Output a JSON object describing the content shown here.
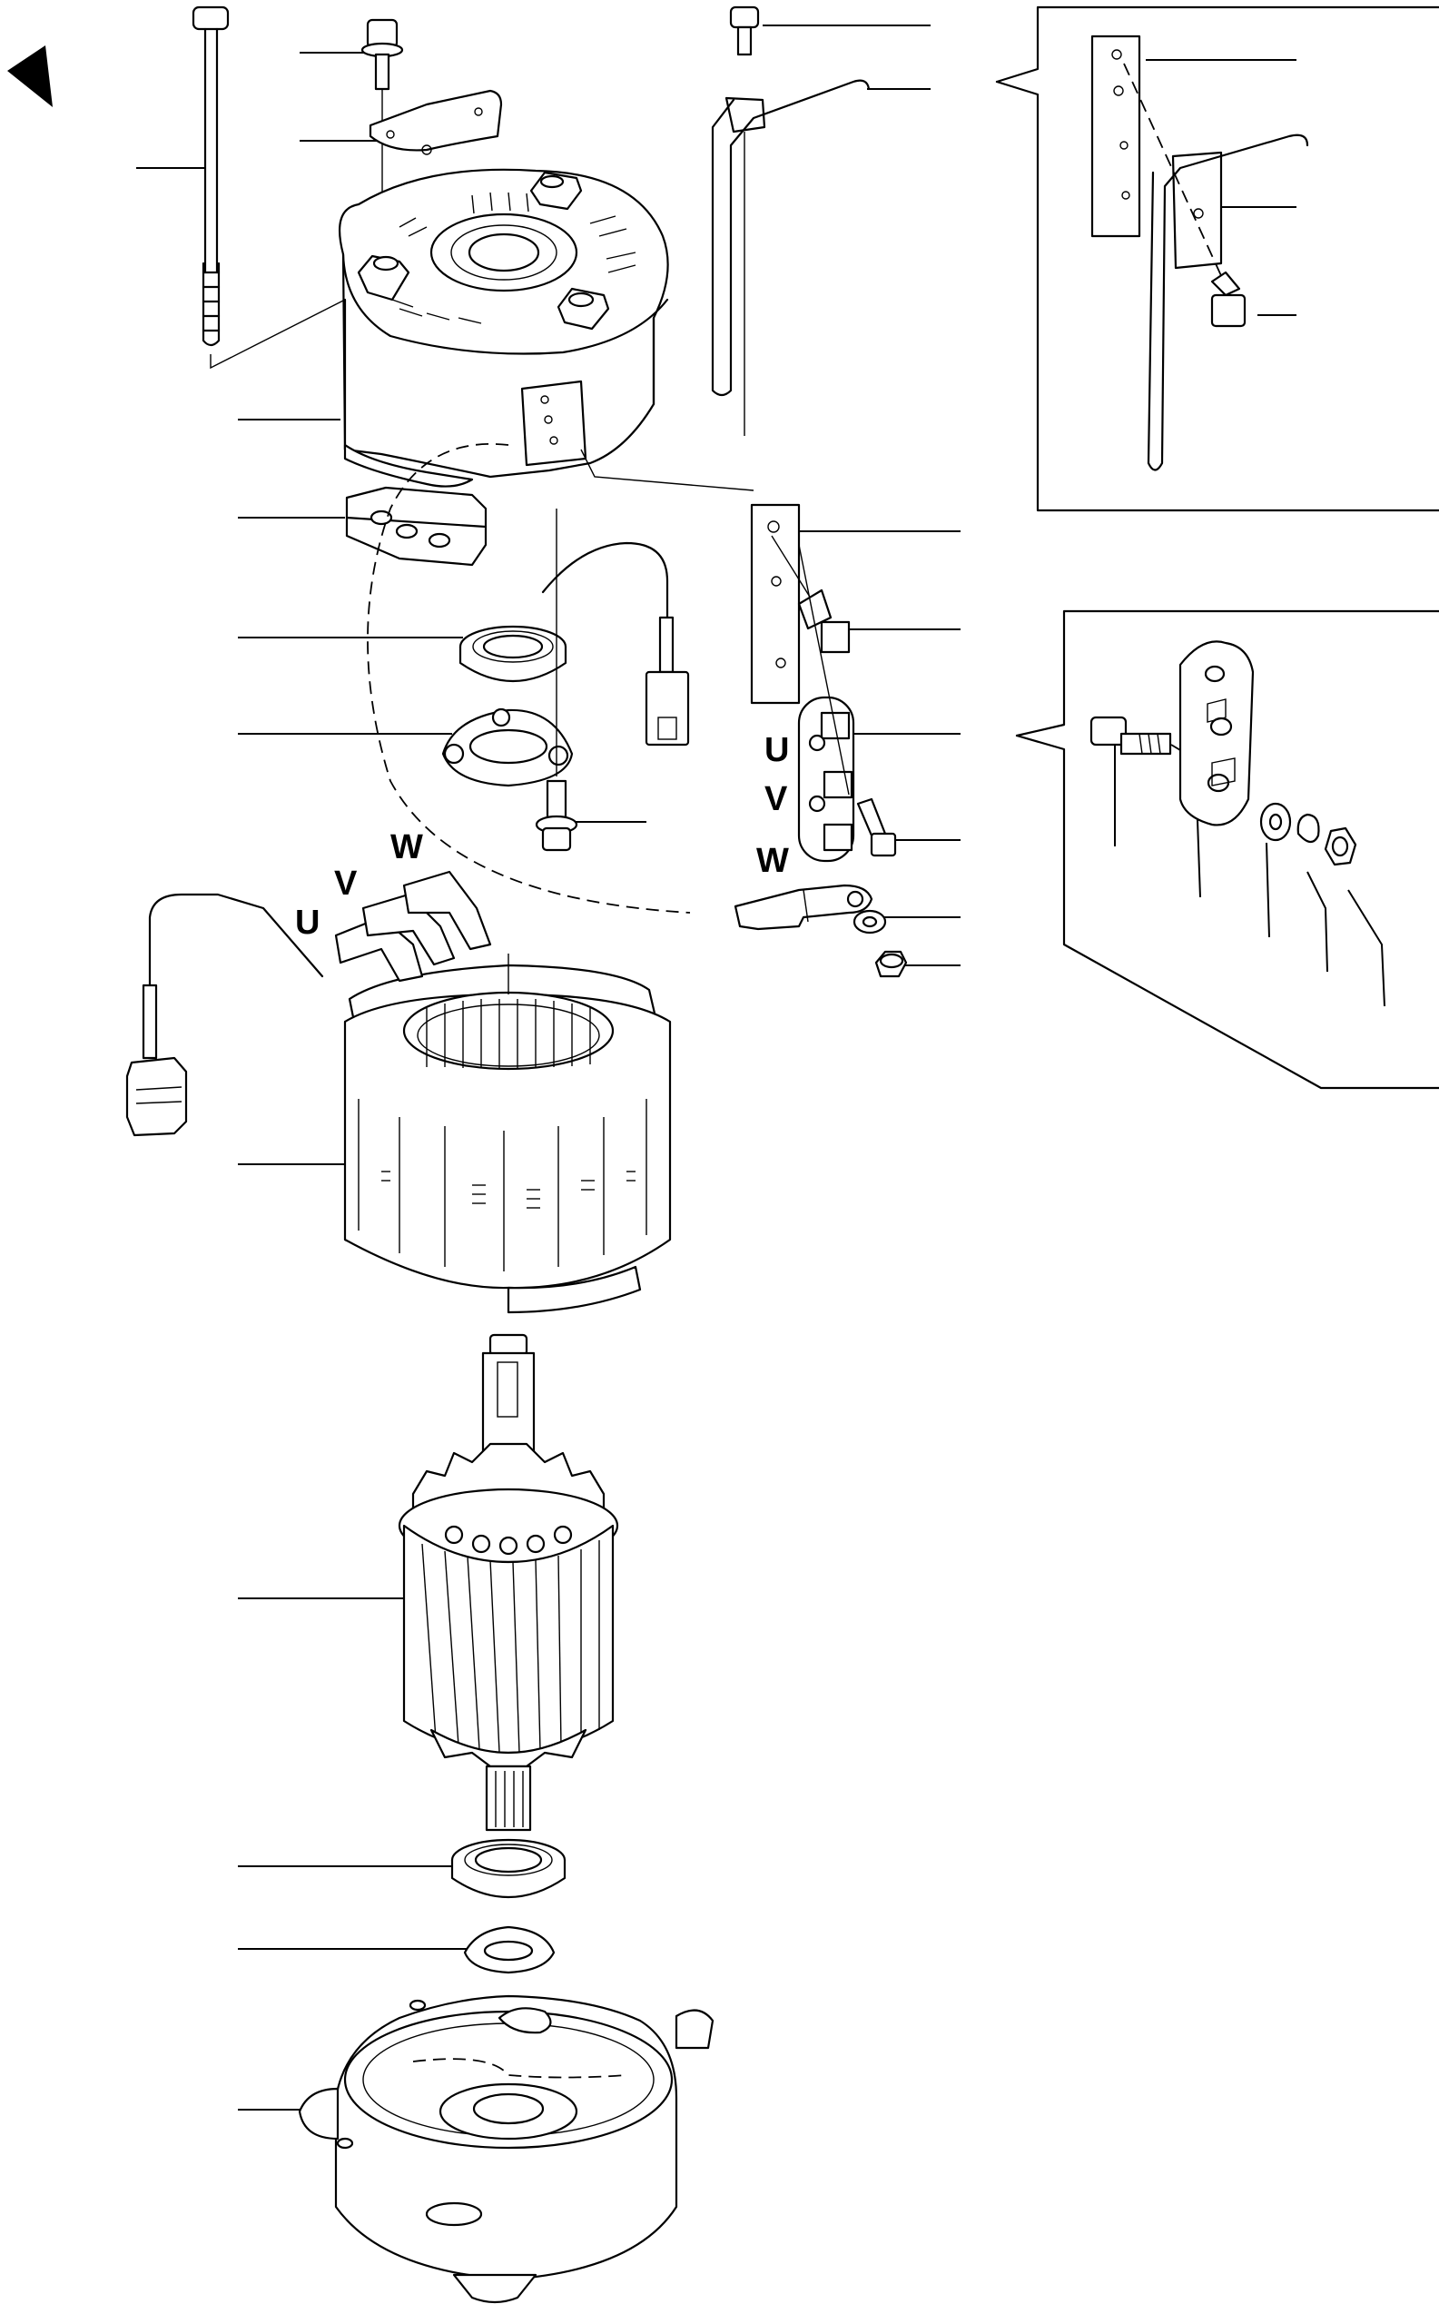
{
  "phase_labels": {
    "main_u": "U",
    "main_v": "V",
    "main_w": "W",
    "terminal_u": "U",
    "terminal_v": "V",
    "terminal_w": "W"
  },
  "icons": {
    "direction_marker": "triangle-pointer-icon"
  },
  "colors": {
    "line": "#000000",
    "background": "#ffffff"
  }
}
